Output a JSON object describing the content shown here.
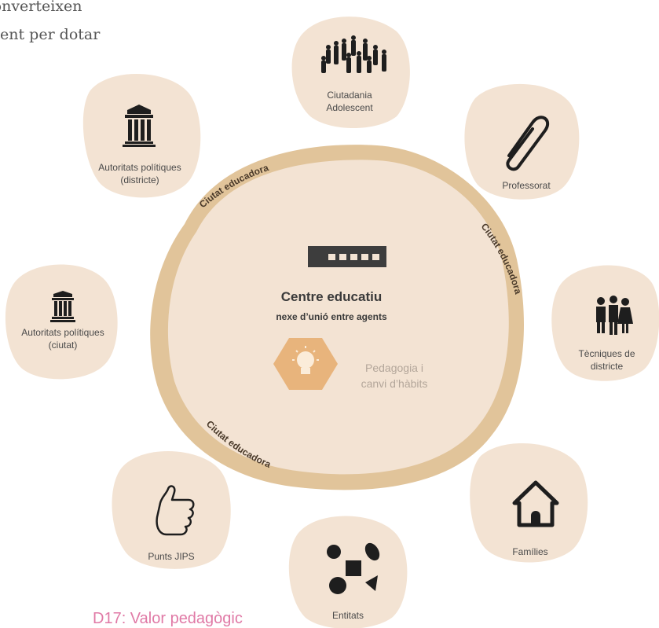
{
  "intro_text": {
    "line1": "converteixen",
    "line2": "ent per dotar"
  },
  "ring_label": "Ciutat educadora",
  "center": {
    "title": "Centre educatiu",
    "subtitle": "nexe d’unió entre agents",
    "pedagogy": "Pedagogia i\ncanvi d’hàbits"
  },
  "agents": [
    {
      "label": "Ciutadania\nAdolescent",
      "icon": "crowd-icon"
    },
    {
      "label": "Professorat",
      "icon": "paperclip-icon"
    },
    {
      "label": "Tècniques de\ndistricte",
      "icon": "people-group-icon"
    },
    {
      "label": "Famílies",
      "icon": "house-icon"
    },
    {
      "label": "Entitats",
      "icon": "shapes-icon"
    },
    {
      "label": "Punts JIPS",
      "icon": "thumbs-up-icon"
    },
    {
      "label": "Autoritats polítiques\n(ciutat)",
      "icon": "institution-icon"
    },
    {
      "label": "Autoritats polítiques\n(districte)",
      "icon": "institution-icon"
    }
  ],
  "caption": "D17: Valor pedagògic",
  "colors": {
    "blob": "#f3e3d3",
    "ring": "#e1c49a",
    "inner": "#f3e3d3",
    "hexagon": "#e8b47c",
    "icon": "#1e1e1e",
    "caption": "#e07aa6"
  }
}
